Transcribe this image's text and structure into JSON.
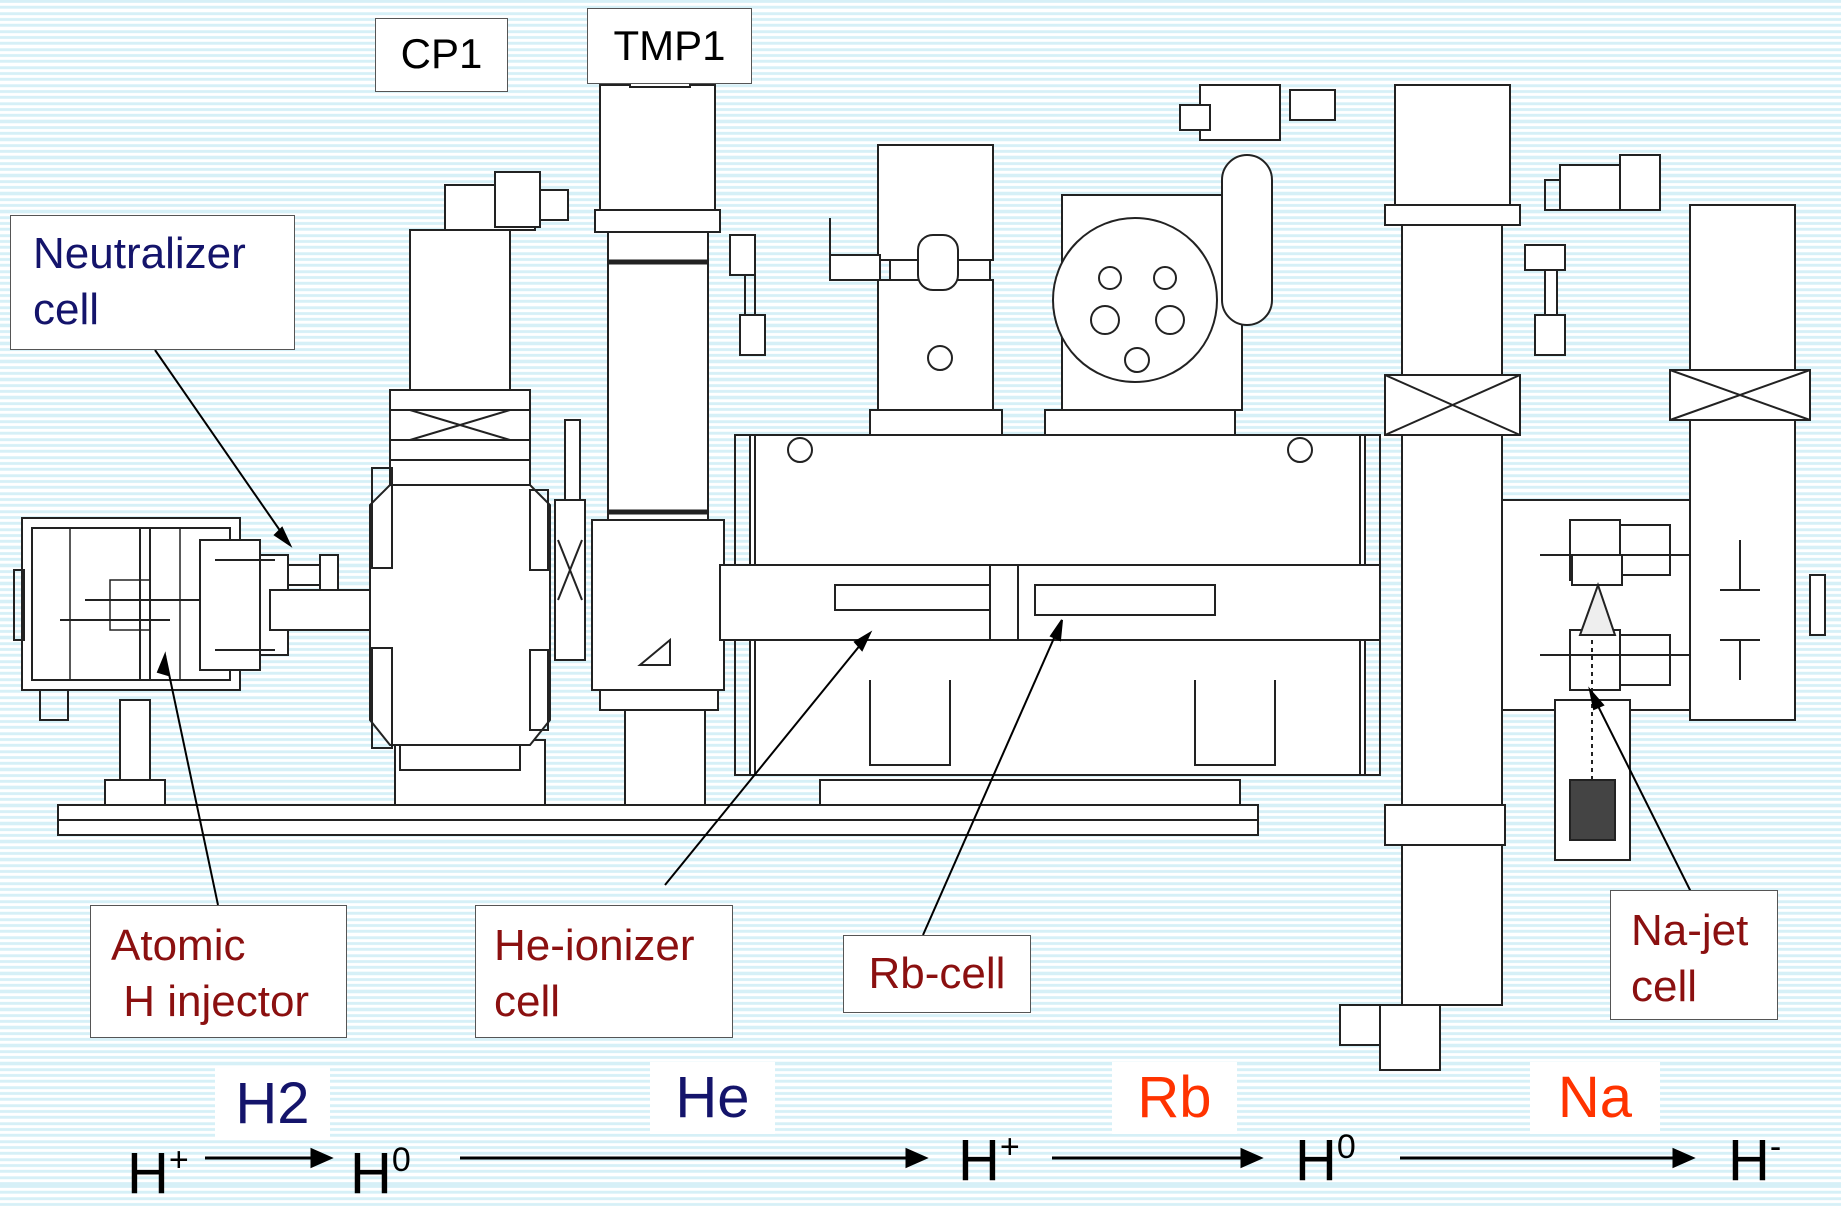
{
  "labels": {
    "cp1": "CP1",
    "tmp1": "TMP1",
    "neutralizer": [
      "Neutralizer",
      "cell"
    ],
    "atomic": [
      "Atomic",
      " H injector"
    ],
    "he_ionizer": [
      "He-ionizer",
      "cell"
    ],
    "rb_cell": "Rb-cell",
    "na_jet": [
      "Na-jet",
      "cell"
    ]
  },
  "process": {
    "gases": [
      "H2",
      "He",
      "Rb",
      "Na"
    ],
    "species": [
      {
        "base": "H",
        "sup": "+"
      },
      {
        "base": "H",
        "sup": "0"
      },
      {
        "base": "H",
        "sup": "+"
      },
      {
        "base": "H",
        "sup": "0"
      },
      {
        "base": "H",
        "sup": "-"
      }
    ]
  },
  "colors": {
    "navy": "#14146b",
    "maroon": "#8b1010",
    "orange": "#ff3300",
    "stripe": "#d6f0f7"
  }
}
